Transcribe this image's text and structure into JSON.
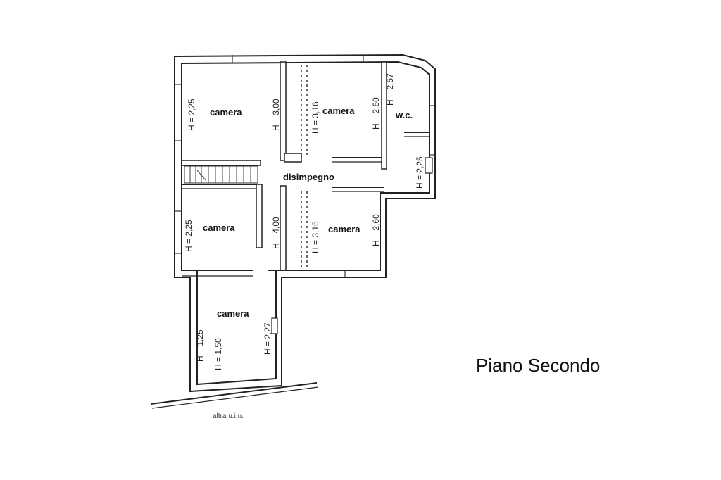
{
  "plan_title": "Piano Secondo",
  "rooms": {
    "camera_top_left": "camera",
    "camera_top_mid": "camera",
    "wc": "w.c.",
    "corridor": "disimpegno",
    "camera_mid_left": "camera",
    "camera_mid_right": "camera",
    "camera_bottom": "camera"
  },
  "heights": {
    "h_top_left": "H = 2,25",
    "h_top_left_2": "H = 3,00",
    "h_top_mid_1": "H = 3,16",
    "h_top_mid_2": "H = 2,60",
    "h_wc": "H = 2,57",
    "h_wc_low": "H = 2,25",
    "h_mid_left": "H = 2,25",
    "h_mid_left_2": "H = 4,00",
    "h_mid_right_1": "H = 3,16",
    "h_mid_right_2": "H = 2,60",
    "h_bottom_1": "H = 1,25",
    "h_bottom_2": "H = 1,50",
    "h_bottom_3": "H = 2,27"
  },
  "footer_text": "altra u.i.u."
}
